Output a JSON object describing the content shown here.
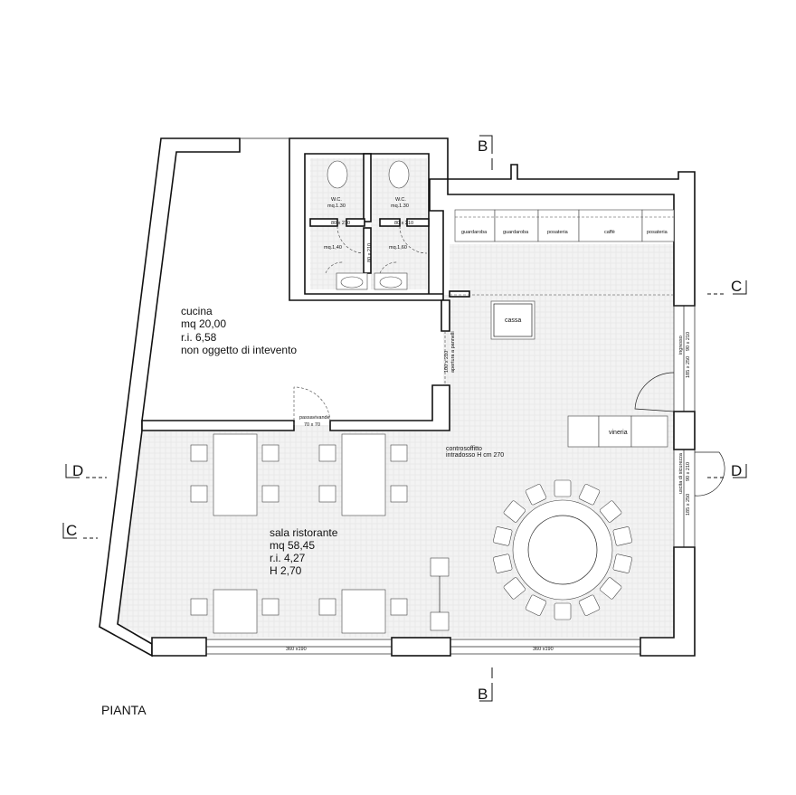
{
  "plan_title": "PIANTA",
  "kitchen": {
    "name": "cucina",
    "area": "mq 20,00",
    "ri": "r.i. 6,58",
    "note": "non oggetto di intevento"
  },
  "dining": {
    "name": "sala ristorante",
    "area": "mq 58,45",
    "ri": "r.i. 4,27",
    "height": "H 2,70"
  },
  "wc1": {
    "name": "W.C.",
    "area": "mq.1.30",
    "door": "80 x 210",
    "ante_area": "mq.1,40"
  },
  "wc2": {
    "name": "W.C.",
    "area": "mq.1.30",
    "door": "80 x 210",
    "ante_area": "mq.1,60"
  },
  "wc_mid_door": "80 x 210",
  "ceiling": {
    "line1": "controsoffitto",
    "line2": "intradosso H cm 270"
  },
  "pass_door": {
    "label": "passavivande",
    "size": "70 x 70"
  },
  "cashier": "cassa",
  "wine_bar": "vineria",
  "opening_label": "100 x 210",
  "opening_note": "apertura a pannelli",
  "entrance": {
    "label": "ingresso",
    "size1": "90 x 210",
    "size2": "185 x 250"
  },
  "emergency_exit": {
    "label": "uscita di sicurezza",
    "size1": "90 x 210",
    "size2": "185 x 250"
  },
  "counter_items": [
    "guardaroba",
    "guardaroba",
    "posateria",
    "caffè",
    "posateria"
  ],
  "window_sizes": [
    "360 x190",
    "360 x190"
  ],
  "section_labels": {
    "b_top": "B",
    "b_bottom": "B",
    "c_right": "C",
    "c_left": "C",
    "d_left": "D",
    "d_right": "D"
  }
}
